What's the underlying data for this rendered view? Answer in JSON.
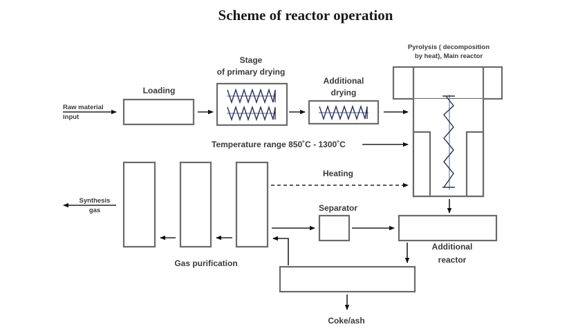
{
  "title": "Scheme of reactor operation",
  "labels": {
    "raw_material_line1": "Raw material",
    "raw_material_line2": "input",
    "loading": "Loading",
    "primary_drying_line1": "Stage",
    "primary_drying_line2": "of primary drying",
    "additional_drying_line1": "Additional",
    "additional_drying_line2": "drying",
    "pyrolysis_line1": "Pyrolysis ( decomposition",
    "pyrolysis_line2": "by heat), Main reactor",
    "temperature_range": "Temperature range 850˚C - 1300˚C",
    "heating": "Heating",
    "synthesis_gas_line1": "Synthesis",
    "synthesis_gas_line2": "gas",
    "separator": "Separator",
    "gas_purification": "Gas purification",
    "additional_reactor_line1": "Additional",
    "additional_reactor_line2": "reactor",
    "coke_ash": "Coke/ash"
  },
  "nodes": [
    {
      "id": "loading",
      "label": "Loading"
    },
    {
      "id": "primary-drying",
      "label": "Stage of primary drying",
      "heating_coils": 2
    },
    {
      "id": "additional-drying",
      "label": "Additional drying",
      "heating_coils": 1
    },
    {
      "id": "main-reactor",
      "label": "Pyrolysis (decomposition by heat), Main reactor"
    },
    {
      "id": "additional-reactor",
      "label": "Additional reactor"
    },
    {
      "id": "separator",
      "label": "Separator"
    },
    {
      "id": "coke-ash-collector",
      "label": "Coke/ash"
    },
    {
      "id": "gas-purification-1",
      "label": "Gas purification"
    },
    {
      "id": "gas-purification-2",
      "label": "Gas purification"
    },
    {
      "id": "gas-purification-3",
      "label": "Gas purification"
    }
  ],
  "edges": [
    {
      "from": "raw-material-input",
      "to": "loading",
      "style": "solid"
    },
    {
      "from": "loading",
      "to": "primary-drying",
      "style": "solid"
    },
    {
      "from": "primary-drying",
      "to": "additional-drying",
      "style": "solid"
    },
    {
      "from": "additional-drying",
      "to": "main-reactor",
      "style": "solid"
    },
    {
      "from": "temperature-range",
      "to": "main-reactor",
      "style": "solid"
    },
    {
      "from": "heating",
      "to": "main-reactor",
      "style": "dashed"
    },
    {
      "from": "main-reactor",
      "to": "additional-reactor",
      "style": "solid"
    },
    {
      "from": "gas-purification-3",
      "to": "separator",
      "style": "solid"
    },
    {
      "from": "separator",
      "to": "additional-reactor",
      "style": "solid"
    },
    {
      "from": "additional-reactor",
      "to": "coke-ash-collector",
      "style": "solid"
    },
    {
      "from": "coke-ash-collector",
      "to": "gas-purification-3",
      "style": "solid"
    },
    {
      "from": "coke-ash-collector",
      "to": "coke-ash",
      "style": "solid"
    },
    {
      "from": "gas-purification-3",
      "to": "gas-purification-2",
      "style": "solid"
    },
    {
      "from": "gas-purification-2",
      "to": "gas-purification-1",
      "style": "solid"
    },
    {
      "from": "gas-purification-1",
      "to": "synthesis-gas",
      "style": "solid"
    }
  ]
}
